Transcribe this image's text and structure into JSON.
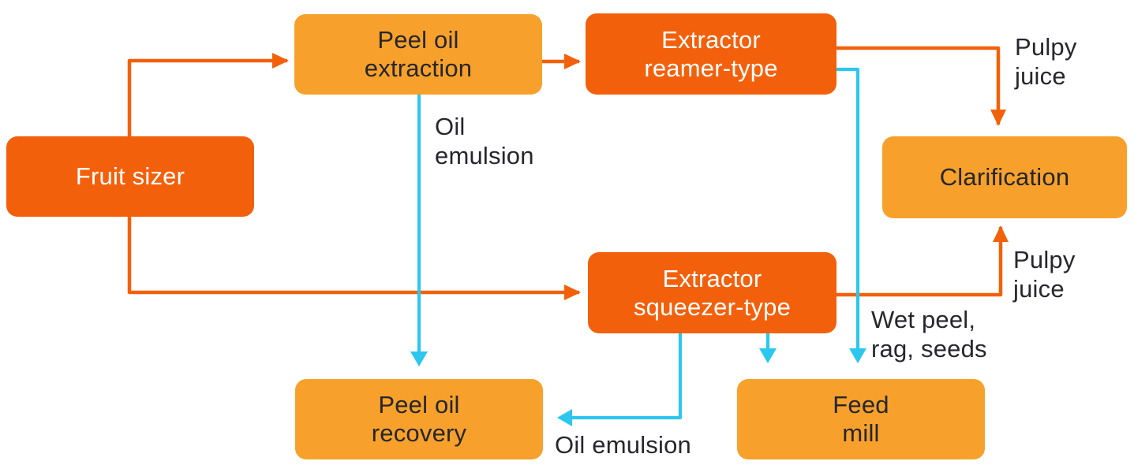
{
  "diagram": {
    "type": "process-flowchart",
    "subject": "Citrus fruit juice and peel oil processing flow",
    "nodes": [
      {
        "id": "fruit-sizer",
        "label": "Fruit sizer",
        "variant": "dark"
      },
      {
        "id": "peel-oil-extraction",
        "label": "Peel oil\nextraction",
        "variant": "light"
      },
      {
        "id": "extractor-reamer-type",
        "label": "Extractor\nreamer-type",
        "variant": "dark"
      },
      {
        "id": "clarification",
        "label": "Clarification",
        "variant": "light"
      },
      {
        "id": "extractor-squeezer-type",
        "label": "Extractor\nsqueezer-type",
        "variant": "dark"
      },
      {
        "id": "peel-oil-recovery",
        "label": "Peel oil\nrecovery",
        "variant": "light"
      },
      {
        "id": "feed-mill",
        "label": "Feed\nmill",
        "variant": "light"
      }
    ],
    "edges": [
      {
        "from": "fruit-sizer",
        "to": "peel-oil-extraction",
        "color": "orange",
        "label": ""
      },
      {
        "from": "peel-oil-extraction",
        "to": "extractor-reamer-type",
        "color": "orange",
        "label": ""
      },
      {
        "from": "extractor-reamer-type",
        "to": "clarification",
        "color": "orange",
        "label": "Pulpy\njuice"
      },
      {
        "from": "fruit-sizer",
        "to": "extractor-squeezer-type",
        "color": "orange",
        "label": ""
      },
      {
        "from": "extractor-squeezer-type",
        "to": "clarification",
        "color": "orange",
        "label": "Pulpy\njuice"
      },
      {
        "from": "peel-oil-extraction",
        "to": "peel-oil-recovery",
        "color": "cyan",
        "label": "Oil\nemulsion"
      },
      {
        "from": "extractor-reamer-type",
        "to": "feed-mill",
        "color": "cyan",
        "label": "Wet peel,\nrag, seeds"
      },
      {
        "from": "extractor-squeezer-type",
        "to": "feed-mill",
        "color": "cyan",
        "label": ""
      },
      {
        "from": "extractor-squeezer-type",
        "to": "peel-oil-recovery",
        "color": "cyan",
        "label": "Oil emulsion"
      }
    ],
    "colors": {
      "node_dark_orange": "#f3600c",
      "node_light_orange": "#f7a12c",
      "arrow_orange": "#f2610a",
      "arrow_cyan": "#2cc7ee",
      "label_text": "#26262e",
      "node_dark_text": "#ffffff",
      "node_light_text": "#26262a",
      "background": "#ffffff"
    }
  }
}
